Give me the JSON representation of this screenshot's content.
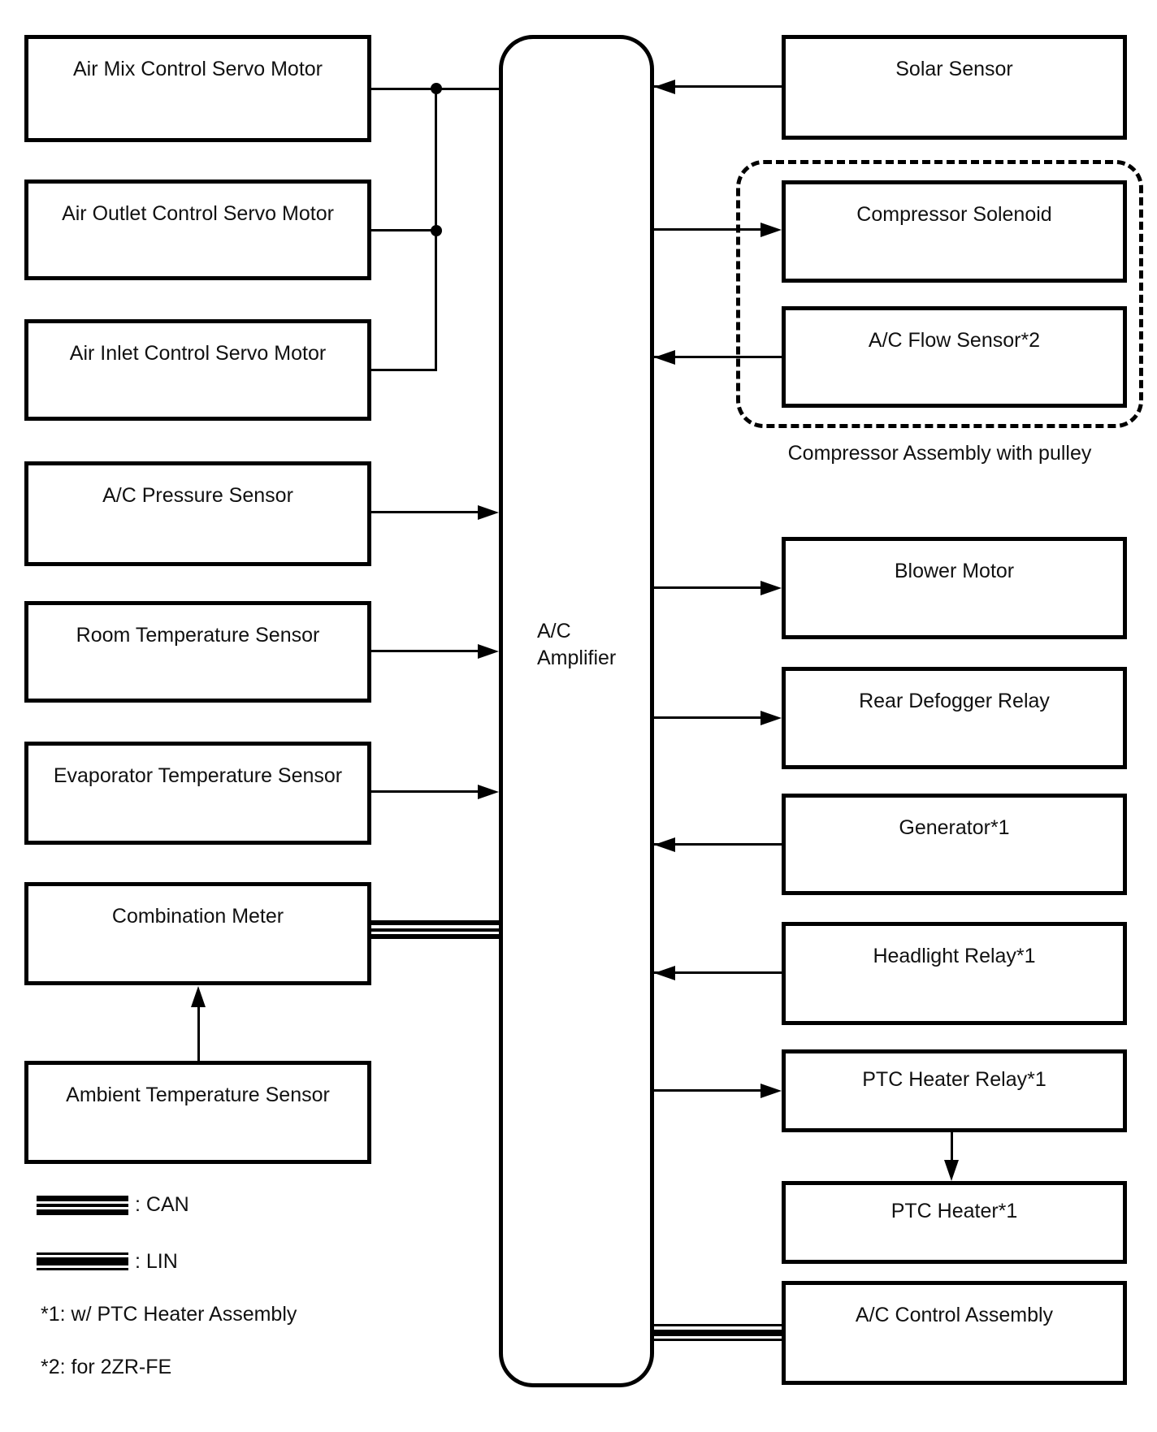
{
  "diagram": {
    "amplifier": {
      "label_line1": "A/C",
      "label_line2": "Amplifier"
    },
    "left_boxes": [
      {
        "label": "Air Mix Control Servo Motor"
      },
      {
        "label": "Air Outlet Control Servo Motor"
      },
      {
        "label": "Air Inlet Control Servo Motor"
      },
      {
        "label": "A/C Pressure Sensor"
      },
      {
        "label": "Room Temperature Sensor"
      },
      {
        "label": "Evaporator Temperature Sensor"
      },
      {
        "label": "Combination Meter"
      },
      {
        "label": "Ambient Temperature Sensor"
      }
    ],
    "right_boxes": [
      {
        "label": "Solar Sensor"
      },
      {
        "label": "Compressor Solenoid"
      },
      {
        "label": "A/C Flow Sensor*2"
      },
      {
        "label": "Blower Motor"
      },
      {
        "label": "Rear Defogger Relay"
      },
      {
        "label": "Generator*1"
      },
      {
        "label": "Headlight Relay*1"
      },
      {
        "label": "PTC Heater Relay*1"
      },
      {
        "label": "PTC Heater*1"
      },
      {
        "label": "A/C Control Assembly"
      }
    ],
    "compressor_group_caption": "Compressor Assembly with pulley",
    "legend": {
      "can_label": ": CAN",
      "lin_label": ": LIN",
      "note1": "*1: w/ PTC Heater Assembly",
      "note2": "*2: for 2ZR-FE"
    },
    "colors": {
      "line": "#000000",
      "background": "#ffffff",
      "text": "#111111"
    }
  }
}
